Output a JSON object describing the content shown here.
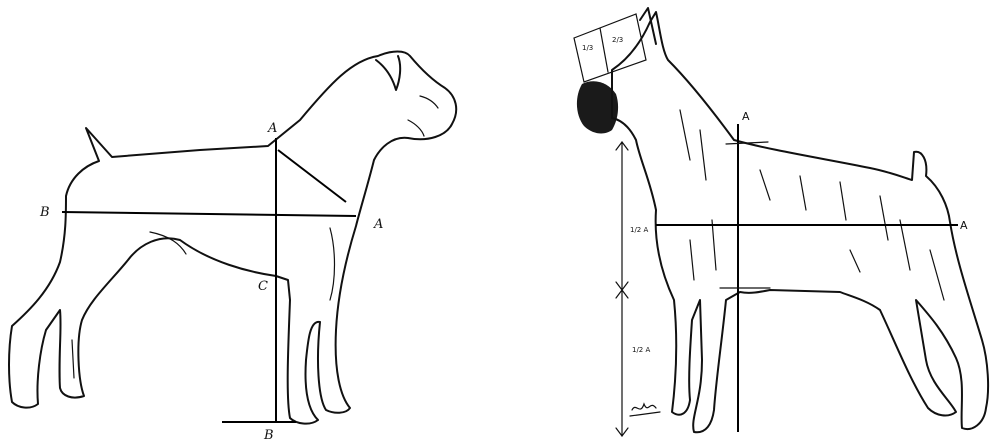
{
  "figure_left": {
    "labels": {
      "top_a": "A",
      "right_a": "A",
      "left_b": "B",
      "bottom_b": "B",
      "elbow_c": "C"
    }
  },
  "figure_right": {
    "labels": {
      "withers_a": "A",
      "rear_a": "A",
      "half_a_upper": "1/2 A",
      "half_a_lower": "1/2 A",
      "muzzle_third": "1/3",
      "skull_two_thirds": "2/3"
    },
    "signature": "Wahle"
  }
}
